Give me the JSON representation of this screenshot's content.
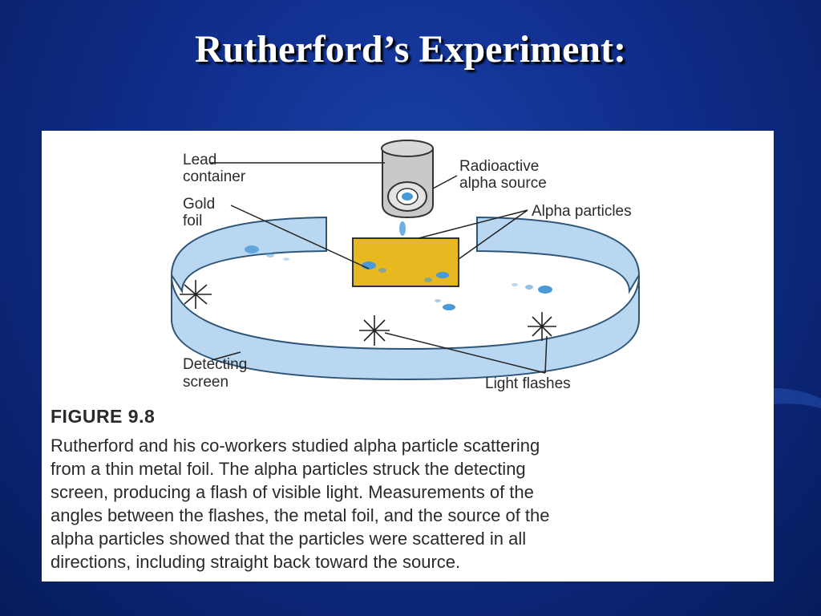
{
  "slide": {
    "title": "Rutherford’s Experiment:"
  },
  "diagram": {
    "labels": {
      "lead_container_1": "Lead",
      "lead_container_2": "container",
      "source_1": "Radioactive",
      "source_2": "alpha source",
      "gold_foil_1": "Gold",
      "gold_foil_2": "foil",
      "alpha_particles": "Alpha particles",
      "screen_1": "Detecting",
      "screen_2": "screen",
      "light_flashes": "Light flashes"
    },
    "colors": {
      "foil": "#e8b820",
      "screen": "#b9d7f0",
      "screen_edge": "#2e5577",
      "container": "#c9c9c9",
      "particles": "#4a9ad8"
    }
  },
  "figure": {
    "title": "FIGURE 9.8",
    "caption_lines": [
      "Rutherford and his co-workers studied alpha particle scattering",
      "from a thin metal foil. The alpha particles struck the detecting",
      "screen, producing a flash of visible light. Measurements of the",
      "angles between the flashes, the metal foil, and the source of the",
      "alpha particles showed that the particles were scattered in all",
      "directions, including straight back toward the source."
    ]
  }
}
